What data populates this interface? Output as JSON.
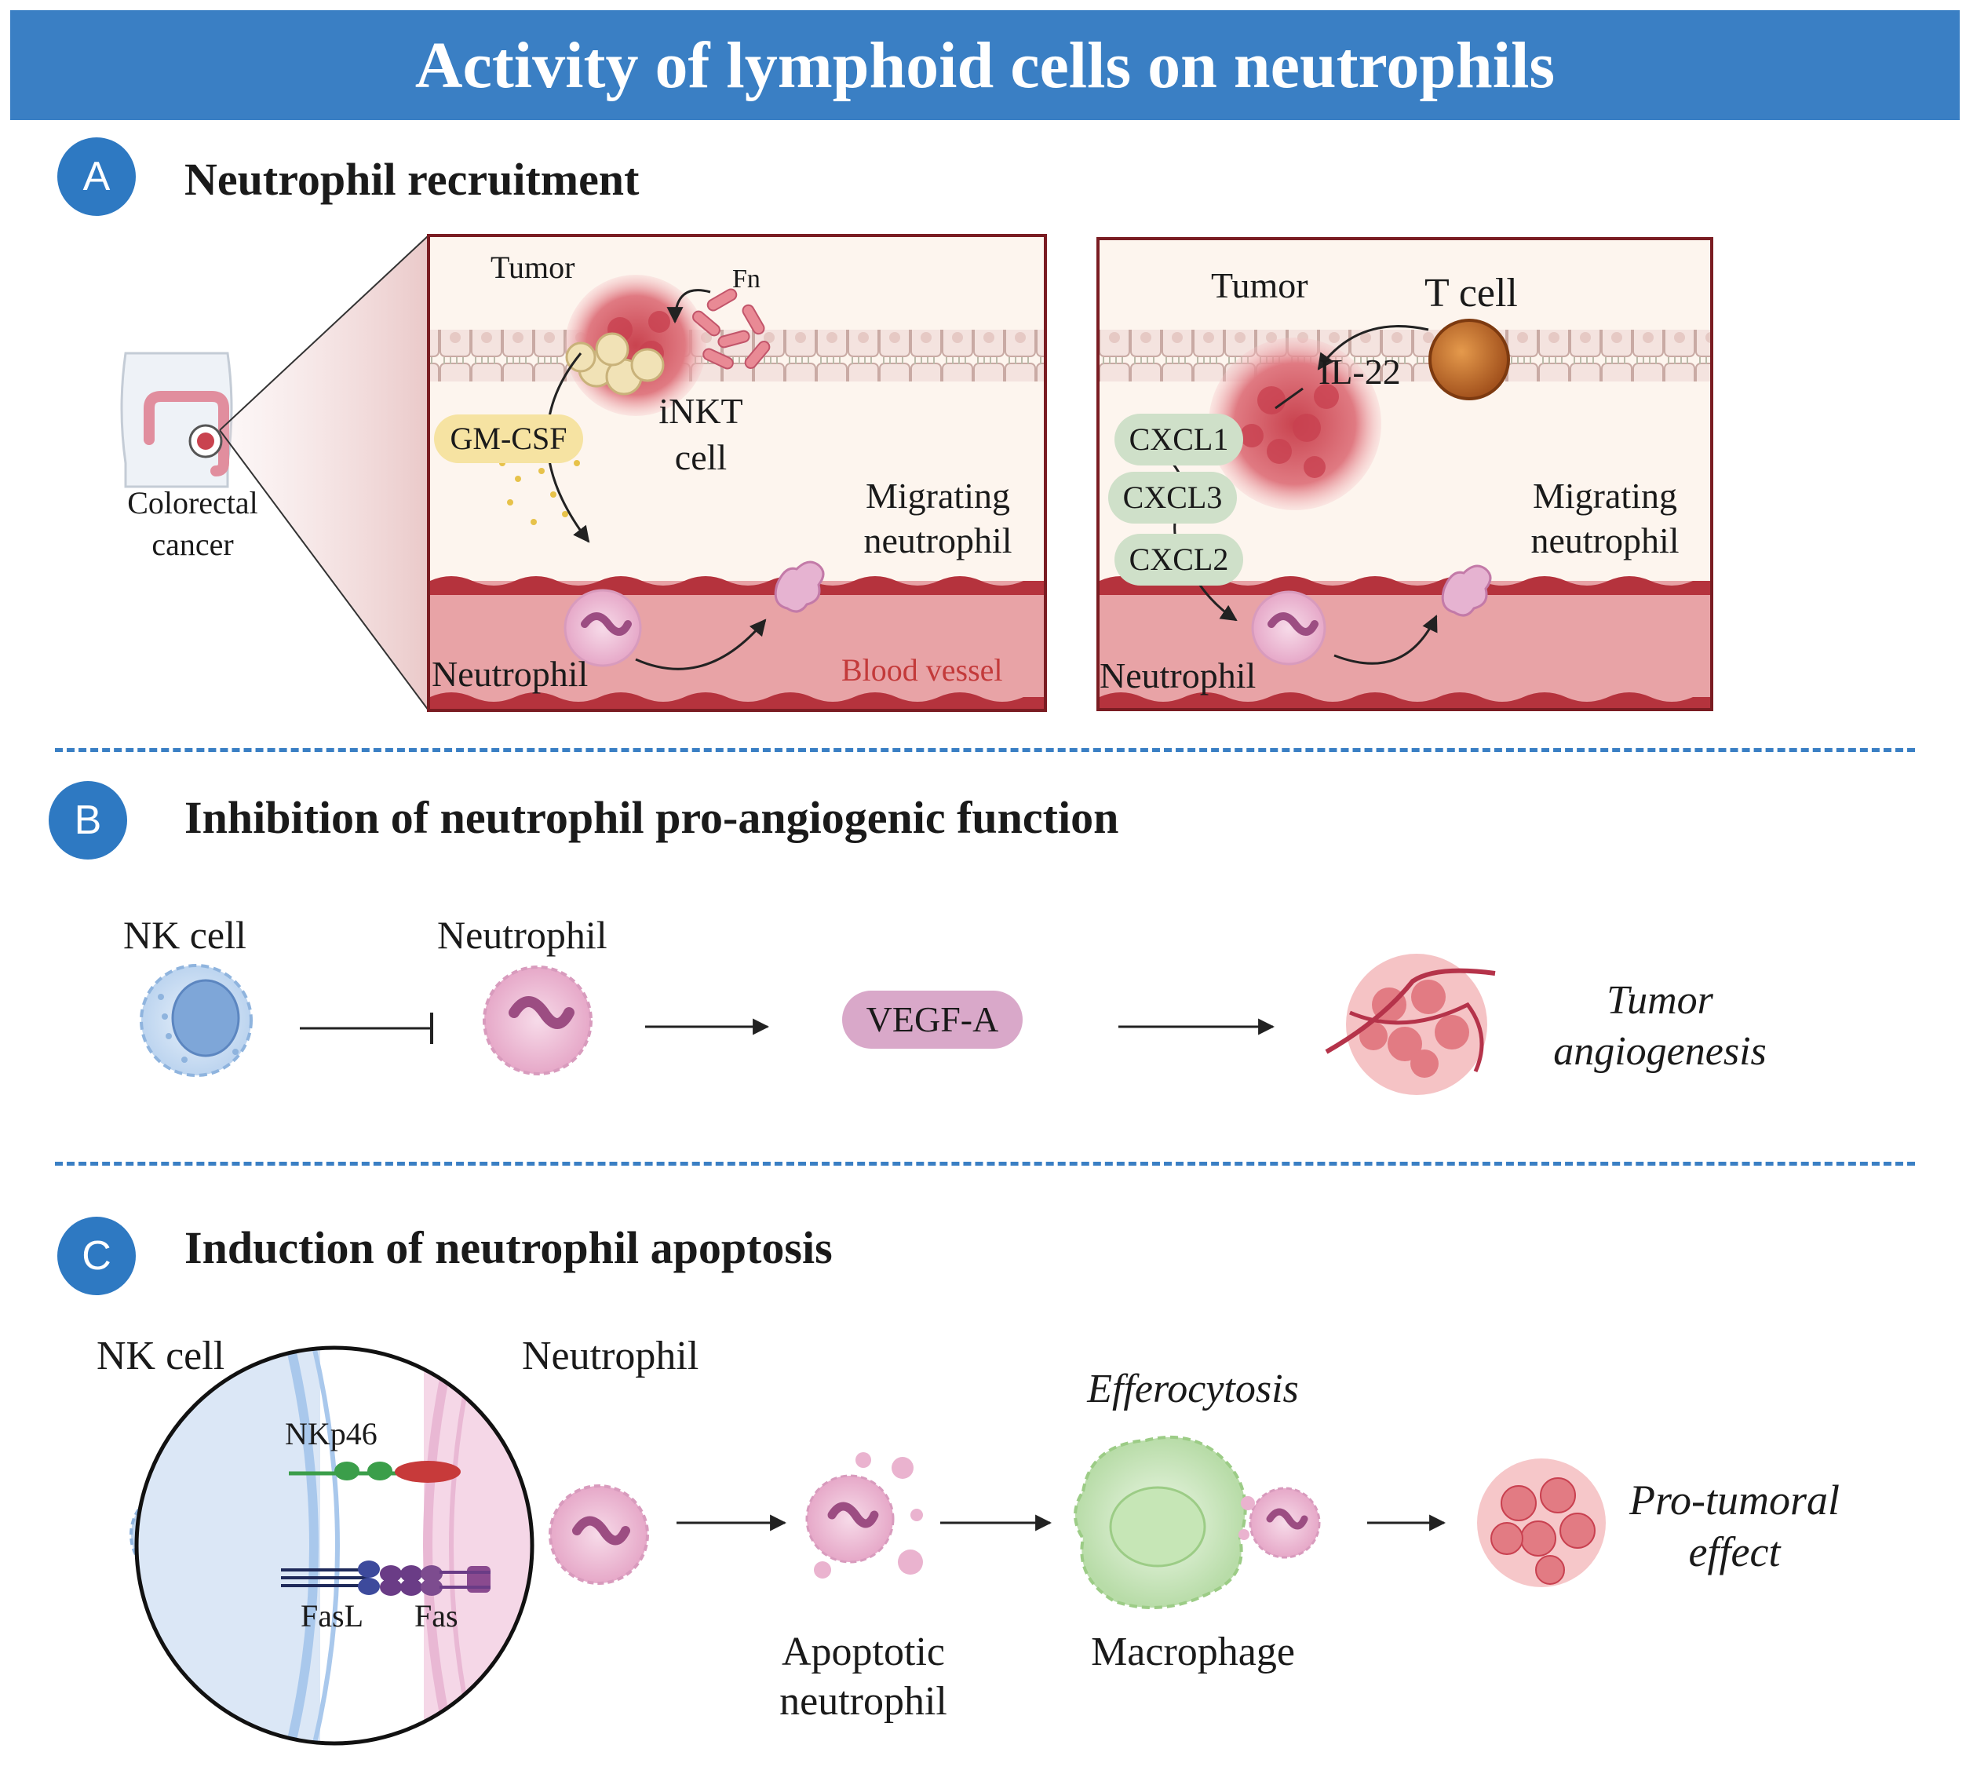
{
  "title": "Activity of lymphoid cells on neutrophils",
  "section_a": {
    "badge": "A",
    "title": "Neutrophil recruitment",
    "organ_label_1": "Colorectal",
    "organ_label_2": "cancer",
    "panel1": {
      "tumor": "Tumor",
      "fn": "Fn",
      "gmcsf": "GM-CSF",
      "inkt_1": "iNKT",
      "inkt_2": "cell",
      "migrating_1": "Migrating",
      "migrating_2": "neutrophil",
      "neutrophil": "Neutrophil",
      "blood_vessel": "Blood vessel"
    },
    "panel2": {
      "tumor": "Tumor",
      "tcell": "T cell",
      "il22": "IL-22",
      "cxcl1": "CXCL1",
      "cxcl3": "CXCL3",
      "cxcl2": "CXCL2",
      "migrating_1": "Migrating",
      "migrating_2": "neutrophil",
      "neutrophil": "Neutrophil"
    }
  },
  "section_b": {
    "badge": "B",
    "title": "Inhibition of neutrophil pro-angiogenic function",
    "nk_cell": "NK cell",
    "neutrophil": "Neutrophil",
    "vegfa": "VEGF-A",
    "result_1": "Tumor",
    "result_2": "angiogenesis"
  },
  "section_c": {
    "badge": "C",
    "title": "Induction of neutrophil apoptosis",
    "nk_cell": "NK cell",
    "neutrophil": "Neutrophil",
    "nkp46": "NKp46",
    "fasl": "FasL",
    "fas": "Fas",
    "apoptotic_1": "Apoptotic",
    "apoptotic_2": "neutrophil",
    "efferocytosis": "Efferocytosis",
    "macrophage": "Macrophage",
    "result_1": "Pro-tumoral",
    "result_2": "effect"
  },
  "colors": {
    "header": "#3a7fc4",
    "badge": "#2e79c2",
    "vessel": "#e8a3a6",
    "vessel_wall": "#b5333d",
    "tumor": "#d9656d",
    "neutrophil": "#f2c7de",
    "nk_cell": "#a9c8ec",
    "chemokine": "#cfe0c9",
    "gmcsf": "#f6e3a2",
    "vegfa": "#d9a8c9",
    "macrophage": "#cfe9c2",
    "blood_vessel_label": "#c33a3a"
  }
}
